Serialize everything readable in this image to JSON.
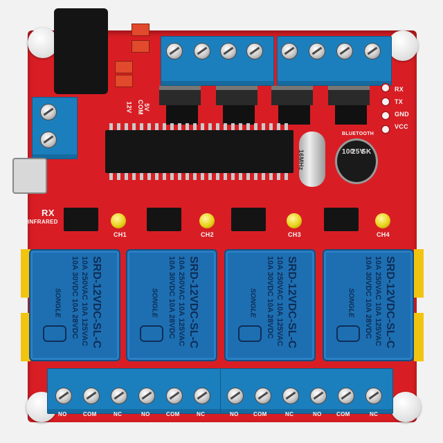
{
  "board": {
    "header_labels": {
      "rx": "RX",
      "tx": "TX",
      "gnd": "GND",
      "vcc": "VCC",
      "bluetooth": "BLUETOOTH"
    },
    "left_labels": {
      "rx": "RX",
      "infrared": "INFRARED",
      "j12v": "12V",
      "jcom": "COM",
      "j5v": "5V"
    },
    "channels": [
      "CH1",
      "CH2",
      "CH3",
      "CH4"
    ],
    "relay": {
      "brand": "SONGLE",
      "model": "SRD-12VDC-SL-C",
      "rating_lines": [
        "10A 250VAC 10A 125VAC",
        "10A 30VDC 10A 28VDC"
      ]
    },
    "crystal_text": "16MHz",
    "capacitor_text": [
      "100",
      "25V",
      "SK"
    ],
    "terminal_labels": [
      "NO",
      "COM",
      "NC",
      "NO",
      "COM",
      "NC",
      "NO",
      "COM",
      "NC",
      "NO",
      "COM",
      "NC"
    ]
  }
}
